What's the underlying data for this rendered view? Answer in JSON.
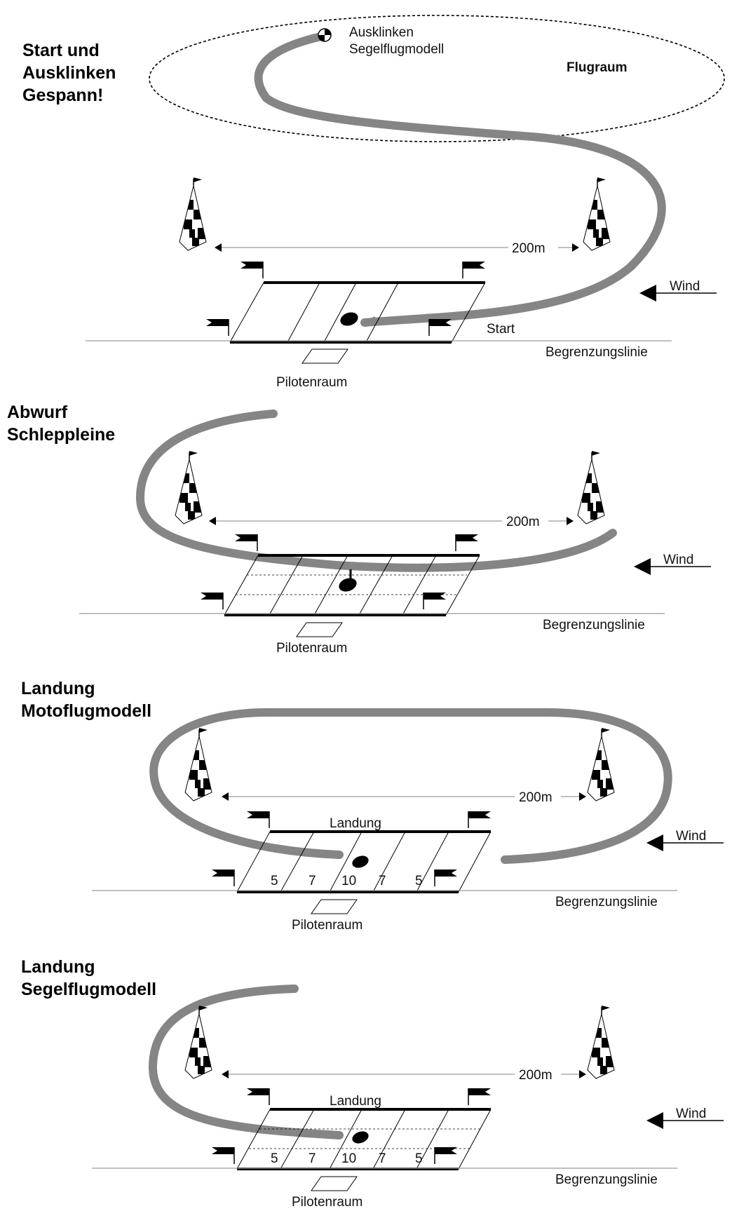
{
  "colors": {
    "track": "#858585",
    "ink": "#000000",
    "line": "#9a9a9a"
  },
  "icons": {
    "pylon": "checkered-pylon-icon",
    "flag": "flag-icon",
    "model": "model-dot-icon",
    "wind": "wind-arrow-icon"
  },
  "panels": [
    {
      "title": [
        "Start und",
        "Ausklinken",
        "Gespann!"
      ],
      "release_label": [
        "Ausklinken",
        "Segelflugmodell"
      ],
      "airspace_label": "Flugraum",
      "distance": "200m",
      "wind": "Wind",
      "start_label": "Start",
      "boundary": "Begrenzungslinie",
      "pilot": "Pilotenraum"
    },
    {
      "title": [
        "Abwurf",
        "Schleppleine"
      ],
      "distance": "200m",
      "wind": "Wind",
      "boundary": "Begrenzungslinie",
      "pilot": "Pilotenraum"
    },
    {
      "title": [
        "Landung",
        "Motoflugmodell"
      ],
      "landing_label": "Landung",
      "scores": [
        "5",
        "7",
        "10",
        "7",
        "5"
      ],
      "distance": "200m",
      "wind": "Wind",
      "boundary": "Begrenzungslinie",
      "pilot": "Pilotenraum"
    },
    {
      "title": [
        "Landung",
        "Segelflugmodell"
      ],
      "landing_label": "Landung",
      "scores": [
        "5",
        "7",
        "10",
        "7",
        "5"
      ],
      "distance": "200m",
      "wind": "Wind",
      "boundary": "Begrenzungslinie",
      "pilot": "Pilotenraum"
    }
  ]
}
